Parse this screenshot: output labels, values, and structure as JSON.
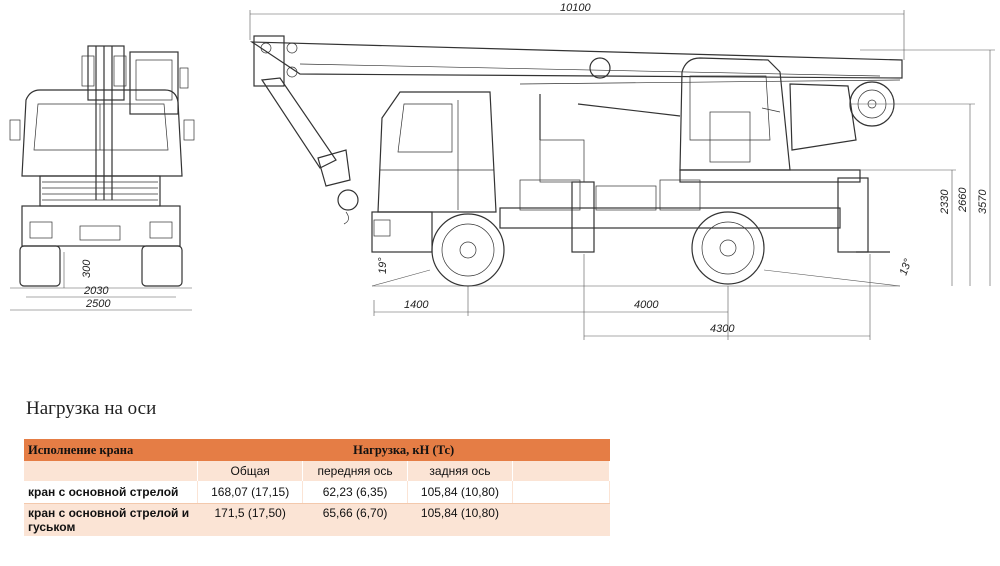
{
  "drawing": {
    "dimensions": {
      "overall_length": "10100",
      "height_cab": "2330",
      "height_boom": "2660",
      "height_total": "3570",
      "front_overhang": "1400",
      "wheelbase": "4000",
      "rear_length": "4300",
      "front_angle": "19°",
      "rear_angle": "13°",
      "ground_clearance": "300",
      "track_width": "2030",
      "overall_width": "2500"
    }
  },
  "section_title": "Нагрузка на оси",
  "table": {
    "col_header_variant": "Исполнение крана",
    "col_header_load": "Нагрузка, кН (Тс)",
    "sub_headers": [
      "Общая",
      "передняя ось",
      "задняя ось"
    ],
    "rows": [
      {
        "name": "кран с основной стрелой",
        "total": "168,07 (17,15)",
        "front": "62,23 (6,35)",
        "rear": "105,84 (10,80)"
      },
      {
        "name": "кран с основной стрелой и гуськом",
        "total": "171,5 (17,50)",
        "front": "65,66 (6,70)",
        "rear": "105,84 (10,80)"
      }
    ]
  },
  "colors": {
    "header_orange": "#e57d45",
    "row_peach": "#fbe4d5"
  }
}
